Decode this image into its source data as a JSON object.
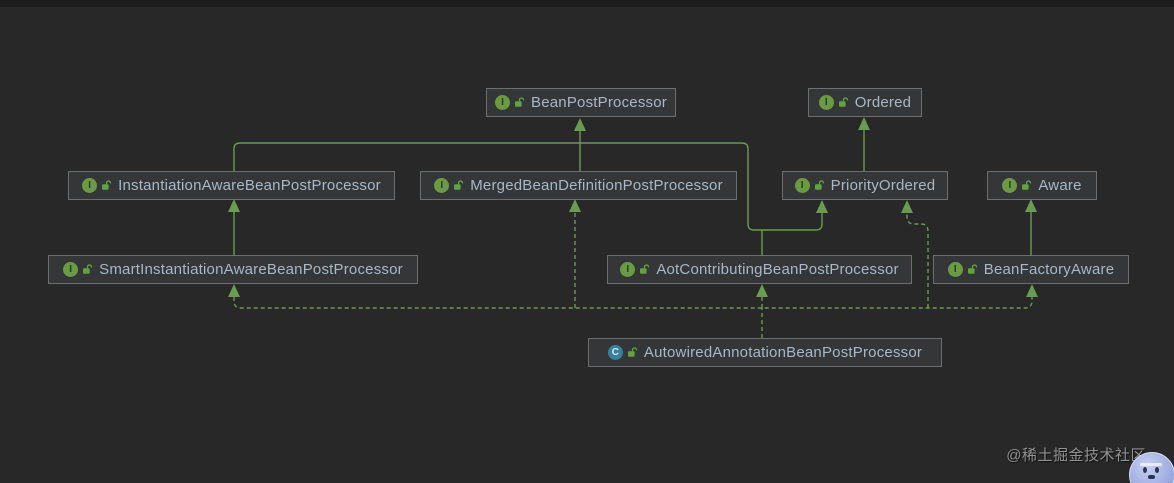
{
  "diagram": {
    "nodes": [
      {
        "id": "BeanPostProcessor",
        "label": "BeanPostProcessor",
        "kind": "interface",
        "kind_letter": "I"
      },
      {
        "id": "Ordered",
        "label": "Ordered",
        "kind": "interface",
        "kind_letter": "I"
      },
      {
        "id": "InstantiationAwareBeanPostProcessor",
        "label": "InstantiationAwareBeanPostProcessor",
        "kind": "interface",
        "kind_letter": "I"
      },
      {
        "id": "MergedBeanDefinitionPostProcessor",
        "label": "MergedBeanDefinitionPostProcessor",
        "kind": "interface",
        "kind_letter": "I"
      },
      {
        "id": "PriorityOrdered",
        "label": "PriorityOrdered",
        "kind": "interface",
        "kind_letter": "I"
      },
      {
        "id": "Aware",
        "label": "Aware",
        "kind": "interface",
        "kind_letter": "I"
      },
      {
        "id": "SmartInstantiationAwareBeanPostProcessor",
        "label": "SmartInstantiationAwareBeanPostProcessor",
        "kind": "interface",
        "kind_letter": "I"
      },
      {
        "id": "AotContributingBeanPostProcessor",
        "label": "AotContributingBeanPostProcessor",
        "kind": "interface",
        "kind_letter": "I"
      },
      {
        "id": "BeanFactoryAware",
        "label": "BeanFactoryAware",
        "kind": "interface",
        "kind_letter": "I"
      },
      {
        "id": "AutowiredAnnotationBeanPostProcessor",
        "label": "AutowiredAnnotationBeanPostProcessor",
        "kind": "class",
        "kind_letter": "C"
      }
    ],
    "edges": [
      {
        "from": "InstantiationAwareBeanPostProcessor",
        "to": "BeanPostProcessor",
        "relation": "extends",
        "style": "solid"
      },
      {
        "from": "MergedBeanDefinitionPostProcessor",
        "to": "BeanPostProcessor",
        "relation": "extends",
        "style": "solid"
      },
      {
        "from": "AotContributingBeanPostProcessor",
        "to": "BeanPostProcessor",
        "relation": "extends",
        "style": "solid"
      },
      {
        "from": "AotContributingBeanPostProcessor",
        "to": "PriorityOrdered",
        "relation": "extends",
        "style": "solid"
      },
      {
        "from": "PriorityOrdered",
        "to": "Ordered",
        "relation": "extends",
        "style": "solid"
      },
      {
        "from": "SmartInstantiationAwareBeanPostProcessor",
        "to": "InstantiationAwareBeanPostProcessor",
        "relation": "extends",
        "style": "solid"
      },
      {
        "from": "BeanFactoryAware",
        "to": "Aware",
        "relation": "extends",
        "style": "solid"
      },
      {
        "from": "AutowiredAnnotationBeanPostProcessor",
        "to": "SmartInstantiationAwareBeanPostProcessor",
        "relation": "implements",
        "style": "dashed"
      },
      {
        "from": "AutowiredAnnotationBeanPostProcessor",
        "to": "MergedBeanDefinitionPostProcessor",
        "relation": "implements",
        "style": "dashed"
      },
      {
        "from": "AutowiredAnnotationBeanPostProcessor",
        "to": "AotContributingBeanPostProcessor",
        "relation": "implements",
        "style": "dashed"
      },
      {
        "from": "AutowiredAnnotationBeanPostProcessor",
        "to": "PriorityOrdered",
        "relation": "implements",
        "style": "dashed"
      },
      {
        "from": "AutowiredAnnotationBeanPostProcessor",
        "to": "BeanFactoryAware",
        "relation": "implements",
        "style": "dashed"
      }
    ]
  },
  "watermark": {
    "text": "@稀土掘金技术社区"
  },
  "colors": {
    "background": "#282828",
    "node_fill": "#343637",
    "node_border": "#6e6e6e",
    "node_text": "#a9b7c6",
    "edge_green": "#699b50",
    "interface_icon": "#6a9a41",
    "class_icon": "#38809e"
  }
}
